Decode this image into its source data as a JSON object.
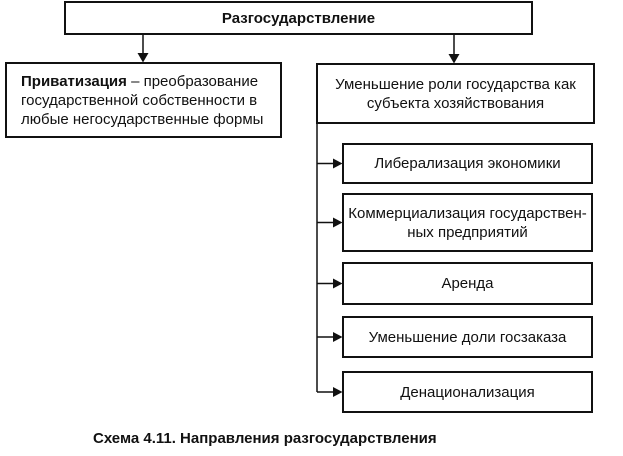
{
  "colors": {
    "ink": "#111111",
    "background": "#ffffff"
  },
  "diagram": {
    "root": {
      "label": "Разгосударствление"
    },
    "branch_left": {
      "term": "Приватизация",
      "line1_rest": " – преобразование",
      "line2": "государственной собственности в",
      "line3": "любые негосударственные формы"
    },
    "branch_right": {
      "line1": "Уменьшение роли государства как",
      "line2": "субъекта хозяйствования"
    },
    "sub_items": [
      {
        "lines": [
          "Либерализация экономики"
        ]
      },
      {
        "lines": [
          "Коммерциализация государствен-",
          "ных предприятий"
        ]
      },
      {
        "lines": [
          "Аренда"
        ]
      },
      {
        "lines": [
          "Уменьшение доли госзаказа"
        ]
      },
      {
        "lines": [
          "Денационализация"
        ]
      }
    ],
    "caption": "Схема 4.11. Направления разгосударствления"
  }
}
